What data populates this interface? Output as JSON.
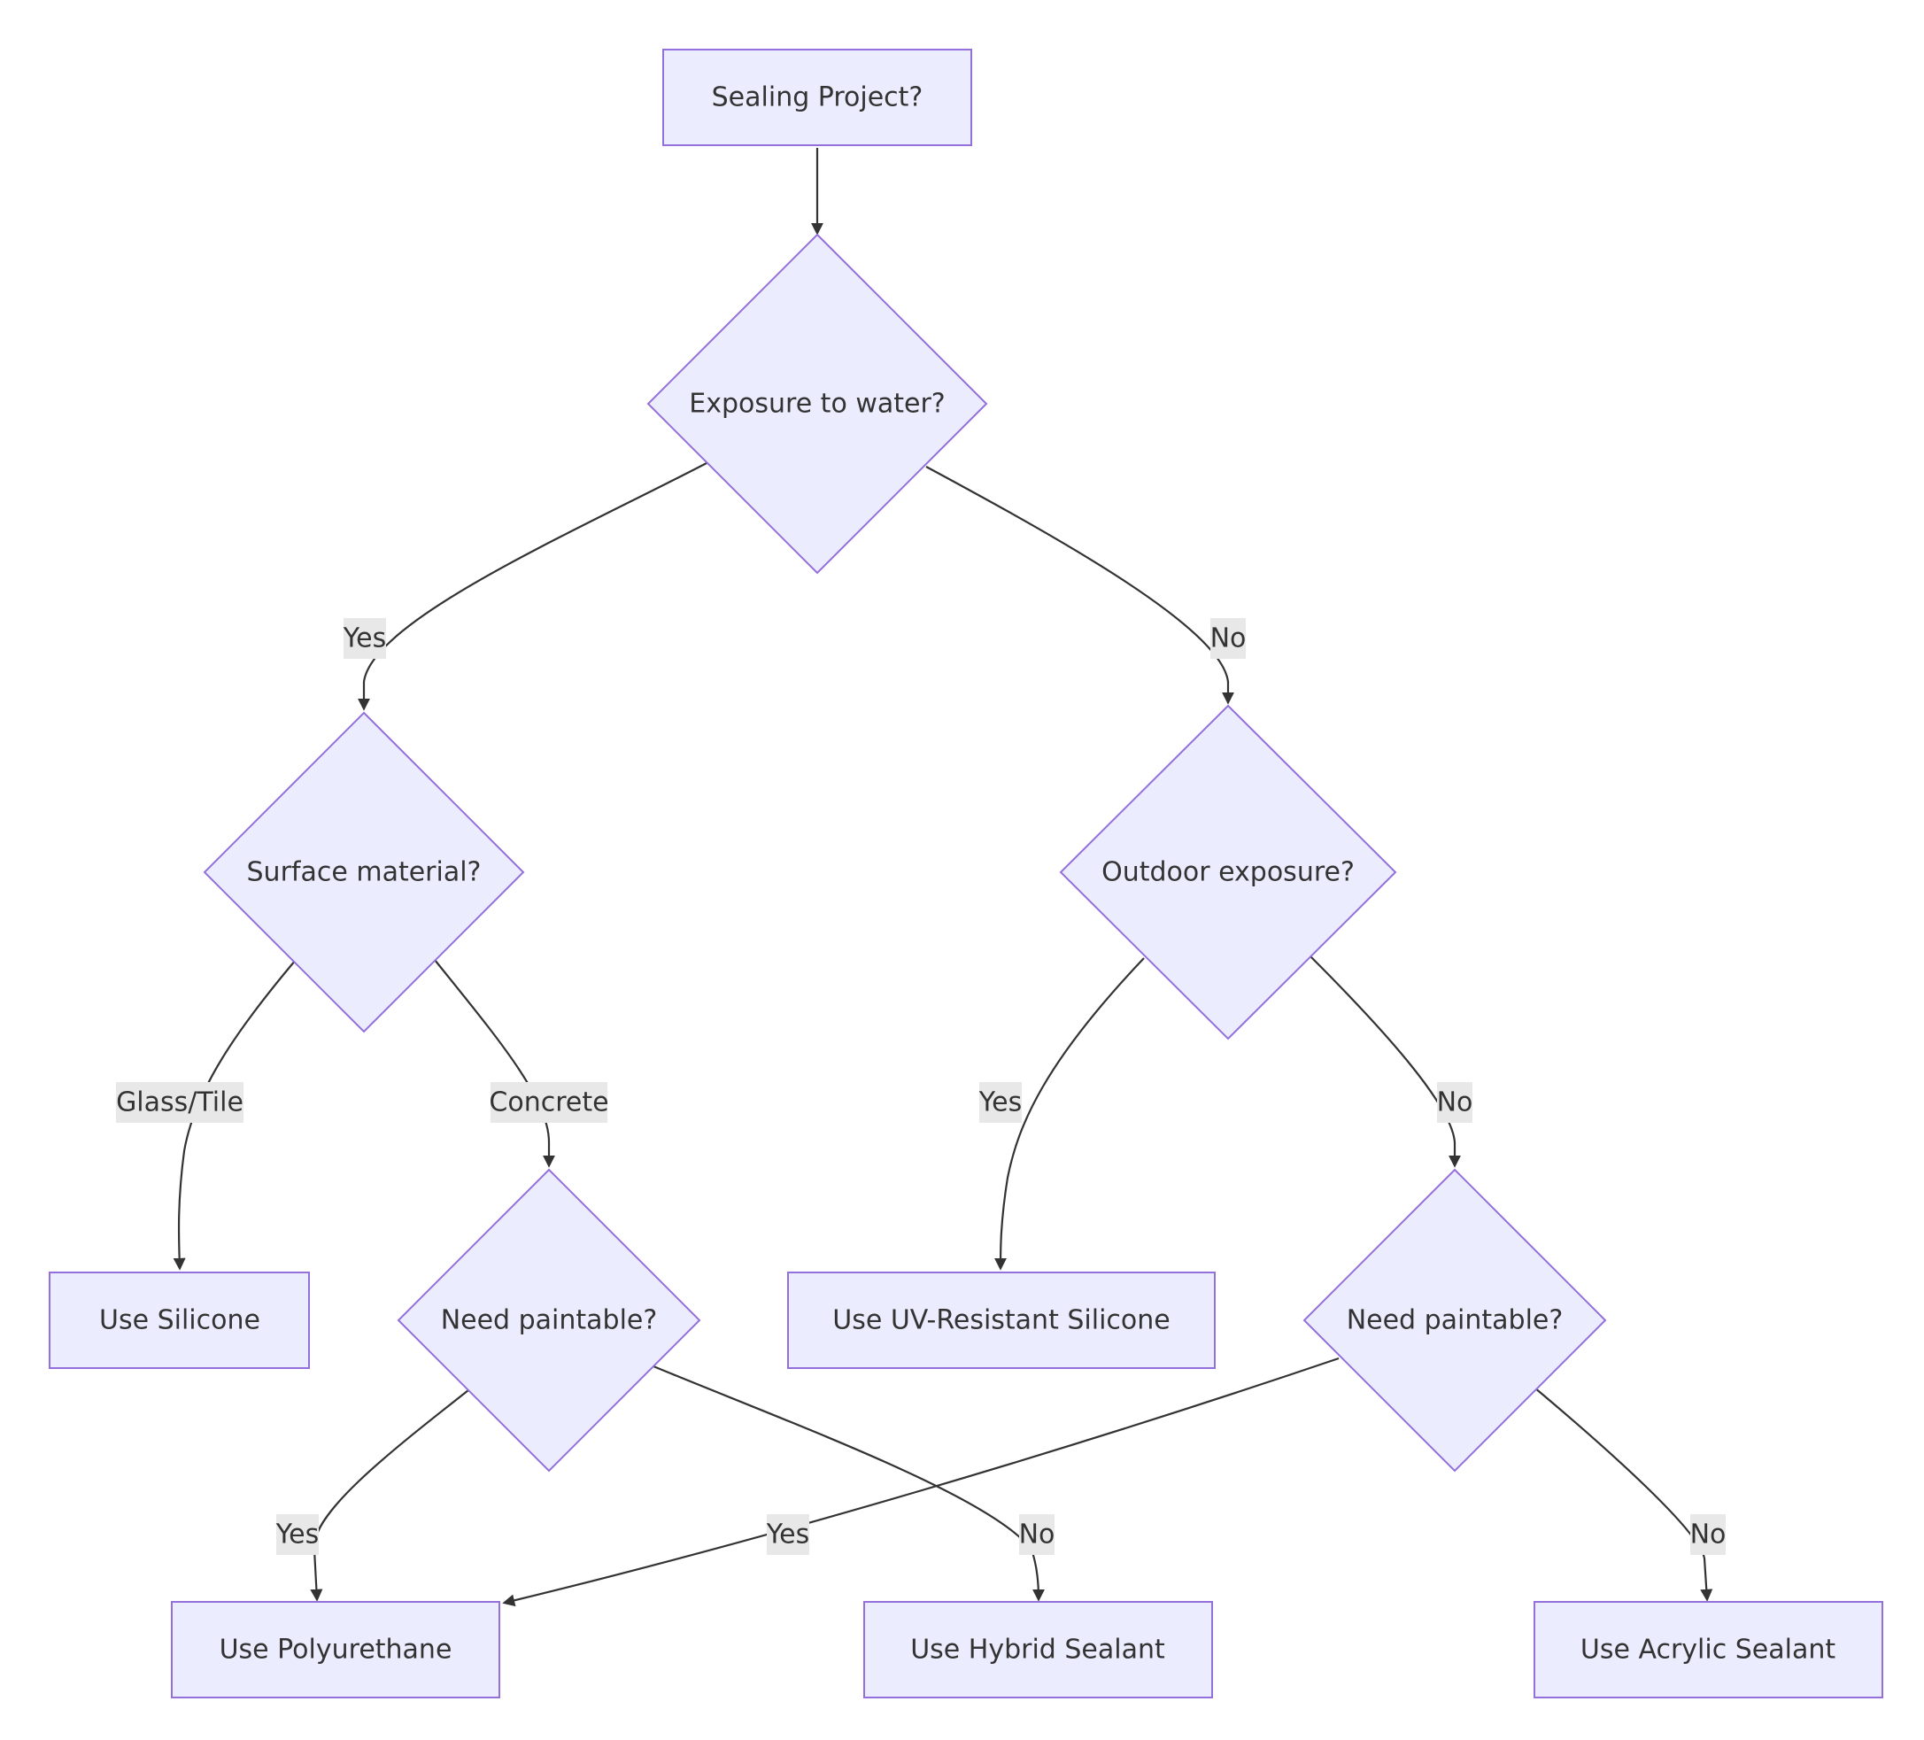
{
  "flowchart": {
    "colors": {
      "node_fill": "#ECECFF",
      "node_stroke": "#9370DB",
      "edge": "#333333",
      "edge_label_background": "#E8E8E8",
      "text": "#333333",
      "background": "#FFFFFF"
    },
    "nodes": {
      "start": {
        "label": "Sealing Project?",
        "shape": "rectangle"
      },
      "water": {
        "label": "Exposure to water?",
        "shape": "diamond"
      },
      "surface": {
        "label": "Surface material?",
        "shape": "diamond"
      },
      "outdoor": {
        "label": "Outdoor exposure?",
        "shape": "diamond"
      },
      "silicone": {
        "label": "Use Silicone",
        "shape": "rectangle"
      },
      "paintable_left": {
        "label": "Need paintable?",
        "shape": "diamond"
      },
      "uv_silicone": {
        "label": "Use UV-Resistant Silicone",
        "shape": "rectangle"
      },
      "paintable_right": {
        "label": "Need paintable?",
        "shape": "diamond"
      },
      "polyurethane": {
        "label": "Use Polyurethane",
        "shape": "rectangle"
      },
      "hybrid": {
        "label": "Use Hybrid Sealant",
        "shape": "rectangle"
      },
      "acrylic": {
        "label": "Use Acrylic Sealant",
        "shape": "rectangle"
      }
    },
    "edges": {
      "start_water": {
        "from": "start",
        "to": "water",
        "label": ""
      },
      "water_surface": {
        "from": "water",
        "to": "surface",
        "label": "Yes"
      },
      "water_outdoor": {
        "from": "water",
        "to": "outdoor",
        "label": "No"
      },
      "surface_silicone": {
        "from": "surface",
        "to": "silicone",
        "label": "Glass/Tile"
      },
      "surface_paintable": {
        "from": "surface",
        "to": "paintable_left",
        "label": "Concrete"
      },
      "outdoor_uv": {
        "from": "outdoor",
        "to": "uv_silicone",
        "label": "Yes"
      },
      "outdoor_paintable": {
        "from": "outdoor",
        "to": "paintable_right",
        "label": "No"
      },
      "pl_polyurethane": {
        "from": "paintable_left",
        "to": "polyurethane",
        "label": "Yes"
      },
      "pl_hybrid": {
        "from": "paintable_left",
        "to": "hybrid",
        "label": "No"
      },
      "pr_polyurethane": {
        "from": "paintable_right",
        "to": "polyurethane",
        "label": "Yes"
      },
      "pr_acrylic": {
        "from": "paintable_right",
        "to": "acrylic",
        "label": "No"
      }
    }
  }
}
